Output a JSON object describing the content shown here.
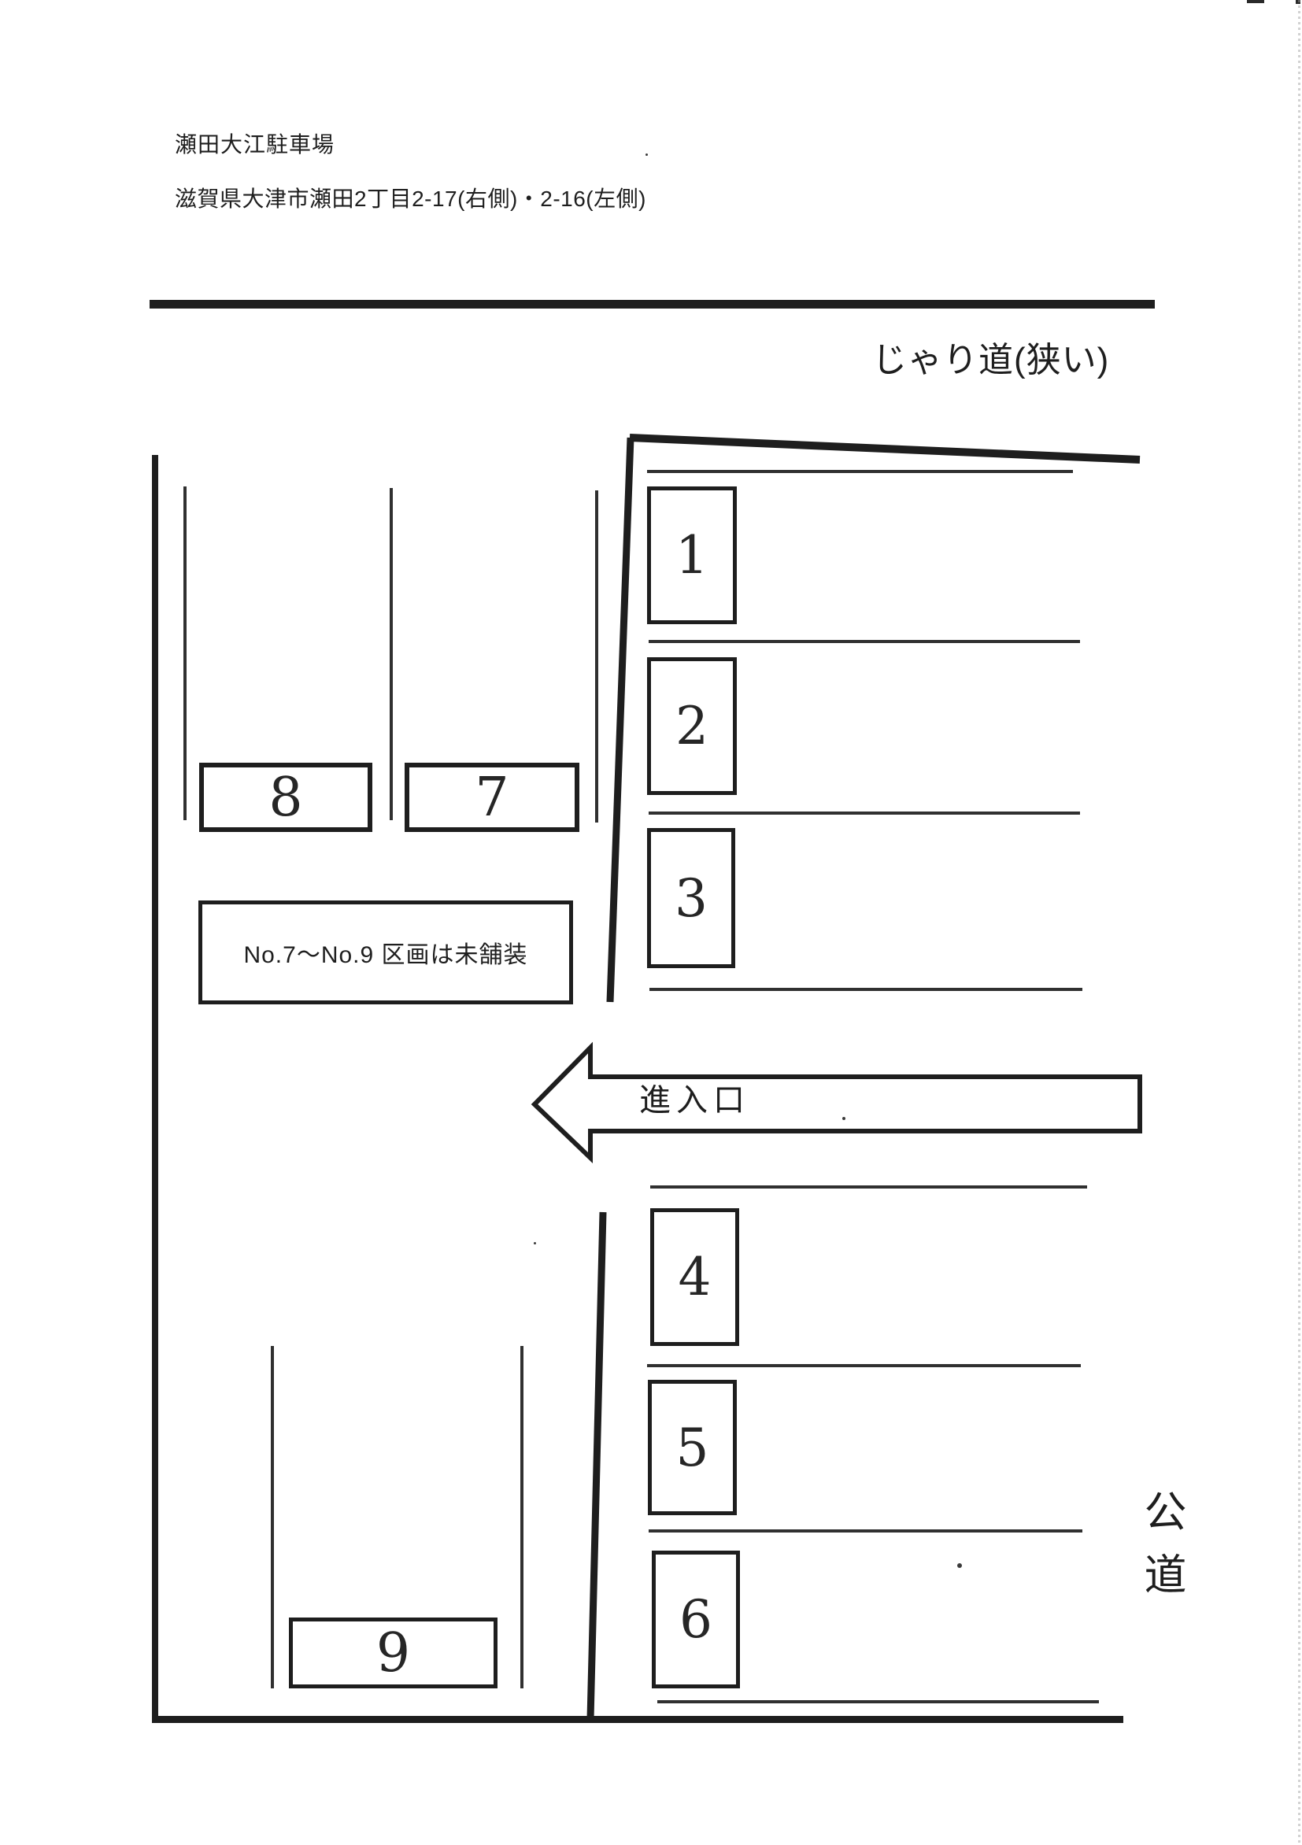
{
  "page": {
    "title": "瀬田大江駐車場",
    "address": "滋賀県大津市瀬田2丁目2-17(右側)・2-16(左側)"
  },
  "labels": {
    "gravel_road": "じゃり道(狭い)",
    "entrance": "進入口",
    "public_road": "公道",
    "note": "No.7〜No.9 区画は未舗装"
  },
  "spaces": [
    {
      "number": "1"
    },
    {
      "number": "2"
    },
    {
      "number": "3"
    },
    {
      "number": "4"
    },
    {
      "number": "5"
    },
    {
      "number": "6"
    },
    {
      "number": "7"
    },
    {
      "number": "8"
    },
    {
      "number": "9"
    }
  ],
  "colors": {
    "ink": "#1e1e1e",
    "paper": "#ffffff"
  }
}
